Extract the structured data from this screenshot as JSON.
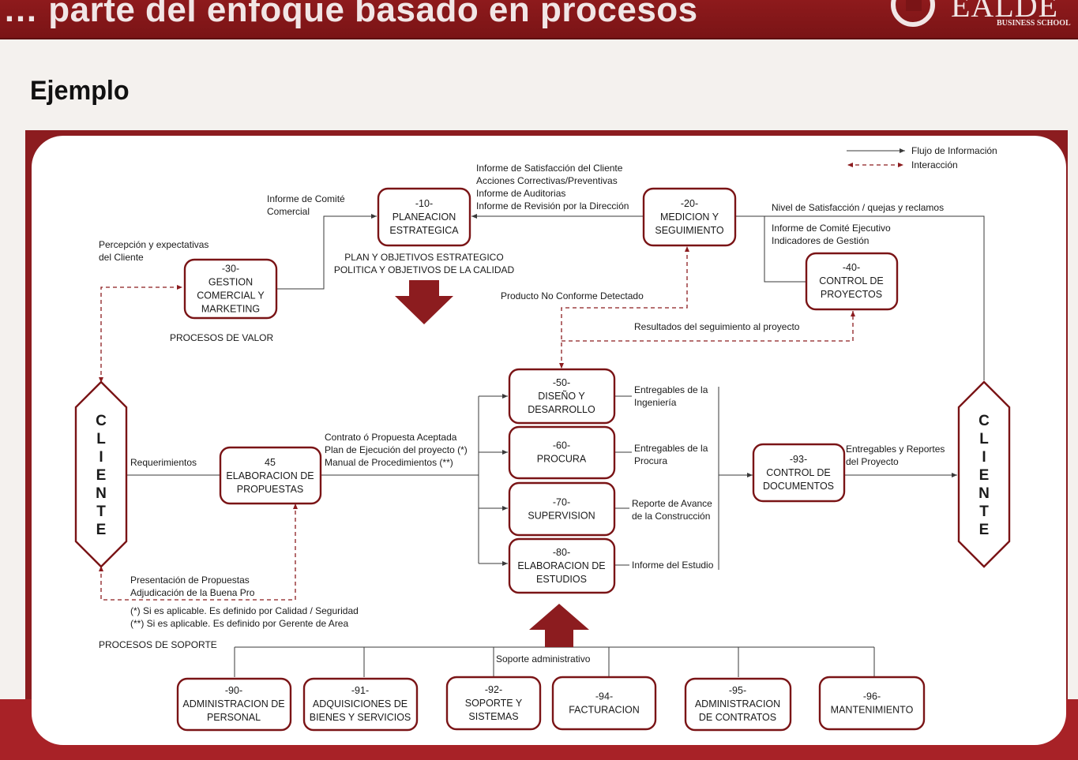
{
  "header": {
    "title": "… parte del enfoque basado en procesos",
    "logo_text": "EALDE",
    "logo_sub": "BUSINESS SCHOOL"
  },
  "heading": "Ejemplo",
  "legend": {
    "flow": "Flujo de Información",
    "interaction": "Interacción"
  },
  "boxes": {
    "b10": [
      "-10-",
      "PLANEACION",
      "ESTRATEGICA"
    ],
    "b20": [
      "-20-",
      "MEDICION Y",
      "SEGUIMIENTO"
    ],
    "b30": [
      "-30-",
      "GESTION",
      "COMERCIAL Y",
      "MARKETING"
    ],
    "b40": [
      "-40-",
      "CONTROL DE",
      "PROYECTOS"
    ],
    "b45": [
      "45",
      "ELABORACION DE",
      "PROPUESTAS"
    ],
    "b50": [
      "-50-",
      "DISEÑO Y",
      "DESARROLLO"
    ],
    "b60": [
      "-60-",
      "PROCURA"
    ],
    "b70": [
      "-70-",
      "SUPERVISION"
    ],
    "b80": [
      "-80-",
      "ELABORACION DE",
      "ESTUDIOS"
    ],
    "b93": [
      "-93-",
      "CONTROL DE",
      "DOCUMENTOS"
    ],
    "b90": [
      "-90-",
      "ADMINISTRACION DE",
      "PERSONAL"
    ],
    "b91": [
      "-91-",
      "ADQUISICIONES DE",
      "BIENES Y SERVICIOS"
    ],
    "b92": [
      "-92-",
      "SOPORTE Y",
      "SISTEMAS"
    ],
    "b94": [
      "-94-",
      "FACTURACION"
    ],
    "b95": [
      "-95-",
      "ADMINISTRACION",
      "DE CONTRATOS"
    ],
    "b96": [
      "-96-",
      "MANTENIMIENTO"
    ]
  },
  "client": [
    "C",
    "L",
    "I",
    "E",
    "N",
    "T",
    "E"
  ],
  "labels": {
    "informe_comite_comercial": [
      "Informe de Comité",
      "Comercial"
    ],
    "informes_satisfaccion": [
      "Informe de Satisfacción del Cliente",
      "Acciones Correctivas/Preventivas",
      "Informe de Auditorias",
      "Informe de Revisión por la Dirección"
    ],
    "nivel_satisfaccion": "Nivel de Satisfacción / quejas y reclamos",
    "informe_comite_ejecutivo": [
      "Informe de Comité Ejecutivo",
      "Indicadores de Gestión"
    ],
    "percepcion": [
      "Percepción y expectativas",
      "del Cliente"
    ],
    "plan_objetivos": [
      "PLAN Y OBJETIVOS ESTRATEGICO",
      "POLITICA Y OBJETIVOS DE LA CALIDAD"
    ],
    "producto_no_conforme": "Producto No Conforme Detectado",
    "resultados_seguimiento": "Resultados del seguimiento al proyecto",
    "procesos_valor": "PROCESOS DE VALOR",
    "entregables_ingenieria": [
      "Entregables de la",
      "Ingeniería"
    ],
    "entregables_procura": [
      "Entregables de la",
      "Procura"
    ],
    "reporte_avance": [
      "Reporte de Avance",
      "de la Construcción"
    ],
    "informe_estudio": "Informe del Estudio",
    "requerimientos": "Requerimientos",
    "contrato": [
      "Contrato ó Propuesta Aceptada",
      "Plan de Ejecución del proyecto (*)",
      "Manual de Procedimientos (**)"
    ],
    "entregables_reportes": [
      "Entregables y Reportes",
      "del Proyecto"
    ],
    "presentacion": [
      "Presentación de Propuestas",
      "Adjudicación de la Buena Pro"
    ],
    "notes": [
      "(*)  Si es aplicable. Es definido por Calidad / Seguridad",
      "(**)  Si es aplicable. Es definido por Gerente de Area"
    ],
    "procesos_soporte": "PROCESOS DE SOPORTE",
    "soporte_admin": "Soporte administrativo"
  },
  "colors": {
    "accent": "#8c1c1f",
    "frame": "#8c1c1f",
    "band": "#a82227"
  }
}
